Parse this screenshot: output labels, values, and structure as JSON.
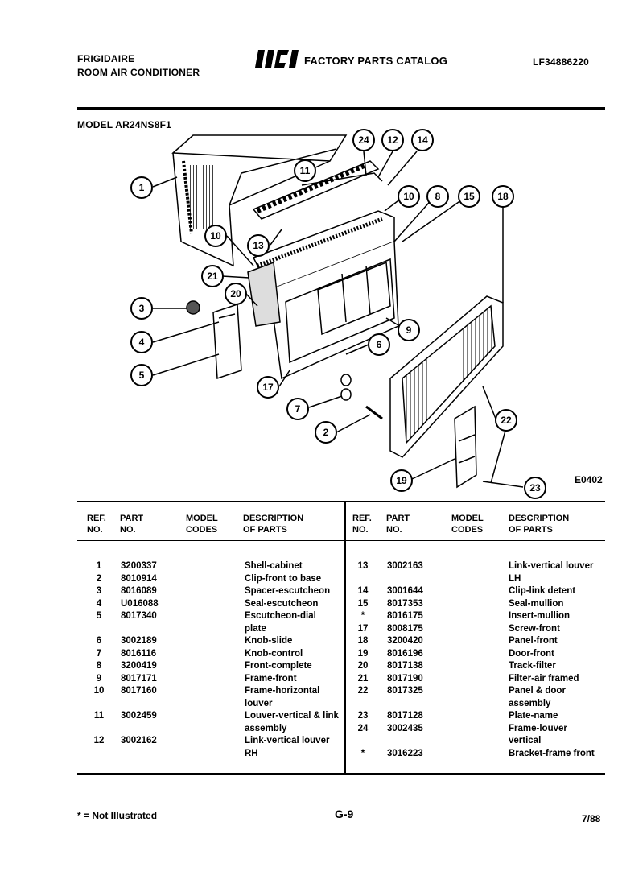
{
  "header": {
    "brand_line1": "FRIGIDAIRE",
    "brand_line2": "ROOM AIR CONDITIONER",
    "logo_text": "WCI",
    "catalog_title": "FACTORY PARTS CATALOG",
    "catalog_number": "LF34886220",
    "model": "MODEL AR24NS8F1",
    "diagram_code": "E0402"
  },
  "callouts": [
    "1",
    "24",
    "12",
    "14",
    "11",
    "10",
    "8",
    "15",
    "18",
    "10",
    "13",
    "21",
    "20",
    "3",
    "4",
    "5",
    "9",
    "6",
    "17",
    "7",
    "2",
    "22",
    "19",
    "23"
  ],
  "table": {
    "headers": {
      "ref": [
        "REF.",
        "NO."
      ],
      "part": [
        "PART",
        "NO."
      ],
      "model": [
        "MODEL",
        "CODES"
      ],
      "desc": [
        "DESCRIPTION",
        "OF PARTS"
      ]
    },
    "left_rows": [
      {
        "ref": "1",
        "part": "3200337",
        "desc": "Shell-cabinet"
      },
      {
        "ref": "2",
        "part": "8010914",
        "desc": "Clip-front to base"
      },
      {
        "ref": "3",
        "part": "8016089",
        "desc": "Spacer-escutcheon"
      },
      {
        "ref": "4",
        "part": "U016088",
        "desc": "Seal-escutcheon"
      },
      {
        "ref": "5",
        "part": "8017340",
        "desc": "Escutcheon-dial"
      },
      {
        "ref": "",
        "part": "",
        "desc": "plate"
      },
      {
        "ref": "6",
        "part": "3002189",
        "desc": "Knob-slide"
      },
      {
        "ref": "7",
        "part": "8016116",
        "desc": "Knob-control"
      },
      {
        "ref": "8",
        "part": "3200419",
        "desc": "Front-complete"
      },
      {
        "ref": "9",
        "part": "8017171",
        "desc": "Frame-front"
      },
      {
        "ref": "10",
        "part": "8017160",
        "desc": "Frame-horizontal"
      },
      {
        "ref": "",
        "part": "",
        "desc": "louver"
      },
      {
        "ref": "11",
        "part": "3002459",
        "desc": "Louver-vertical & link"
      },
      {
        "ref": "",
        "part": "",
        "desc": "assembly"
      },
      {
        "ref": "12",
        "part": "3002162",
        "desc": "Link-vertical louver"
      },
      {
        "ref": "",
        "part": "",
        "desc": "RH"
      }
    ],
    "right_rows": [
      {
        "ref": "13",
        "part": "3002163",
        "desc": "Link-vertical louver"
      },
      {
        "ref": "",
        "part": "",
        "desc": "LH"
      },
      {
        "ref": "14",
        "part": "3001644",
        "desc": "Clip-link detent"
      },
      {
        "ref": "15",
        "part": "8017353",
        "desc": "Seal-mullion"
      },
      {
        "ref": "*",
        "part": "8016175",
        "desc": "Insert-mullion"
      },
      {
        "ref": "17",
        "part": "8008175",
        "desc": "Screw-front"
      },
      {
        "ref": "18",
        "part": "3200420",
        "desc": "Panel-front"
      },
      {
        "ref": "19",
        "part": "8016196",
        "desc": "Door-front"
      },
      {
        "ref": "20",
        "part": "8017138",
        "desc": "Track-filter"
      },
      {
        "ref": "21",
        "part": "8017190",
        "desc": "Filter-air framed"
      },
      {
        "ref": "22",
        "part": "8017325",
        "desc": "Panel & door"
      },
      {
        "ref": "",
        "part": "",
        "desc": "assembly"
      },
      {
        "ref": "23",
        "part": "8017128",
        "desc": "Plate-name"
      },
      {
        "ref": "24",
        "part": "3002435",
        "desc": "Frame-louver"
      },
      {
        "ref": "",
        "part": "",
        "desc": "vertical"
      },
      {
        "ref": "*",
        "part": "3016223",
        "desc": "Bracket-frame front"
      }
    ]
  },
  "footer": {
    "note": "* = Not Illustrated",
    "page": "G-9",
    "date": "7/88"
  }
}
